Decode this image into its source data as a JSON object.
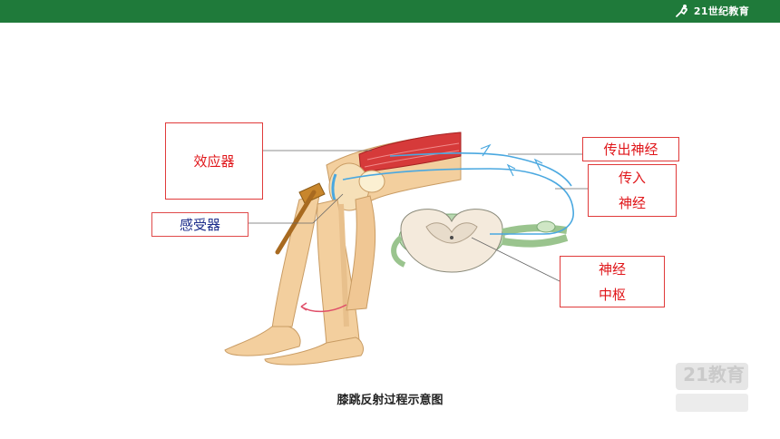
{
  "header": {
    "brand_text": "21世纪教育",
    "bar_color": "#1f7a3a"
  },
  "figure": {
    "caption": "膝跳反射过程示意图",
    "labels": {
      "effector": "效应器",
      "receptor": "感受器",
      "efferent_nerve": "传出神经",
      "afferent_line1": "传入",
      "afferent_line2": "神经",
      "center_line1": "神经",
      "center_line2": "中枢"
    },
    "colors": {
      "label_red": "#e0161a",
      "label_blue": "#1f2f8c",
      "nerve_blue": "#4aa8e0",
      "muscle_red": "#d63a3a",
      "skin": "#f3cf9e"
    }
  },
  "watermark": {
    "text": "21教育"
  }
}
